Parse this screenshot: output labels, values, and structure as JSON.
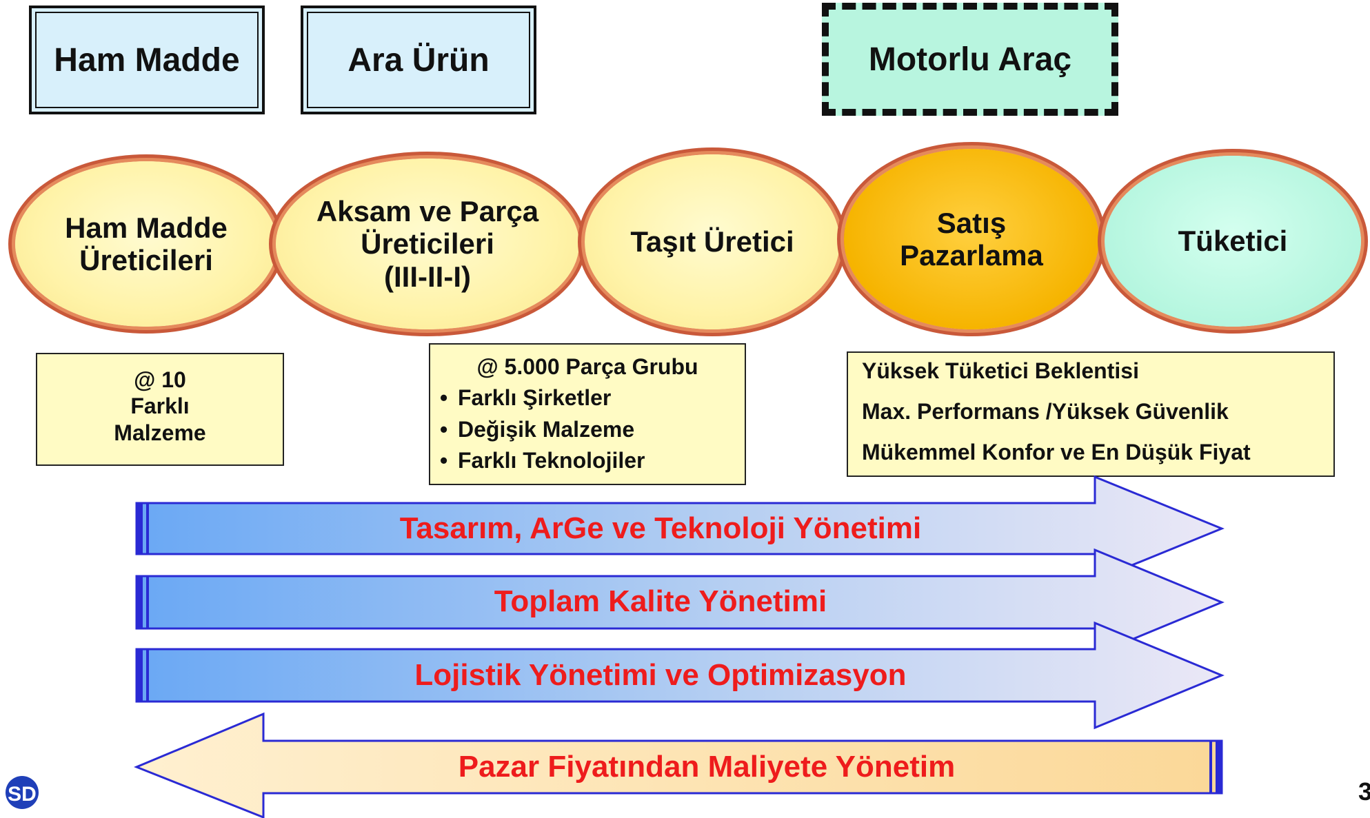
{
  "top_boxes": {
    "raw_material": "Ham Madde",
    "intermediate": "Ara Ürün",
    "motor_vehicle": "Motorlu Araç"
  },
  "chain": [
    {
      "label": "Ham Madde\nÜreticileri"
    },
    {
      "label": "Aksam ve Parça\nÜreticileri\n(III-II-I)"
    },
    {
      "label": "Taşıt Üretici"
    },
    {
      "label": "Satış\nPazarlama"
    },
    {
      "label": "Tüketici"
    }
  ],
  "notes": {
    "materials": {
      "line1": "@ 10",
      "line2": "Farklı",
      "line3": "Malzeme"
    },
    "parts": {
      "head": "@ 5.000 Parça Grubu",
      "bullets": [
        "Farklı Şirketler",
        "Değişik Malzeme",
        "Farklı Teknolojiler"
      ]
    },
    "consumer": {
      "line1": "Yüksek Tüketici Beklentisi",
      "line2": "Max. Performans /Yüksek Güvenlik",
      "line3": "Mükemmel Konfor ve En Düşük Fiyat"
    }
  },
  "arrows": [
    {
      "label": "Tasarım,  ArGe ve Teknoloji Yönetimi",
      "direction": "right"
    },
    {
      "label": "Toplam Kalite Yönetimi",
      "direction": "right"
    },
    {
      "label": "Lojistik Yönetimi ve Optimizasyon",
      "direction": "right"
    },
    {
      "label": "Pazar Fiyatından Maliyete Yönetim",
      "direction": "left"
    }
  ],
  "colors": {
    "arrow_label": "#ee1c1c",
    "ellipse_border": "#c9593a",
    "sales_fill": "#f6b400",
    "consumer_fill": "#b5f6df"
  },
  "logo_text": "SD",
  "page_number": "3"
}
